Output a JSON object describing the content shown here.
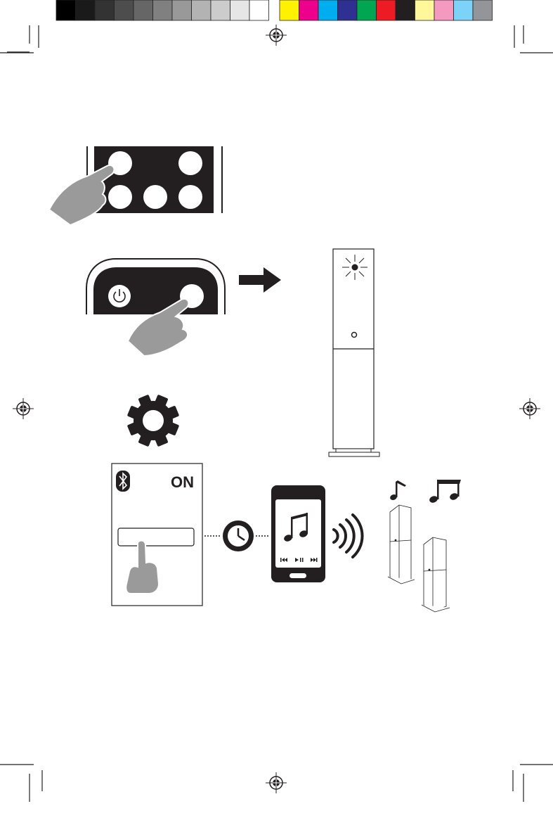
{
  "color_bar": {
    "grays": [
      "#000000",
      "#1a1a1a",
      "#333333",
      "#4d4d4d",
      "#666666",
      "#808080",
      "#999999",
      "#b3b3b3",
      "#cccccc",
      "#e6e6e6",
      "#ffffff"
    ],
    "colors": [
      "#fff200",
      "#ec008c",
      "#00aeef",
      "#2e3192",
      "#00a651",
      "#ed1c24",
      "#231f20",
      "#fff799",
      "#f49ac1",
      "#7dd3f7",
      "#939598"
    ]
  },
  "colors": {
    "ink": "#231f20",
    "hand": "#9a9a9a",
    "white": "#ffffff"
  },
  "bluetooth_screen": {
    "status": "ON"
  },
  "icons": {
    "button_panel": "remote-button-panel",
    "hand": "pointing-hand-icon",
    "power": "power-icon",
    "arrow": "arrow-right-icon",
    "speaker": "tower-speaker",
    "gear": "gear-icon",
    "bluetooth": "bluetooth-icon",
    "clock": "clock-icon",
    "phone": "smartphone",
    "music": "music-note-icon",
    "signal": "wireless-signal-icon"
  }
}
